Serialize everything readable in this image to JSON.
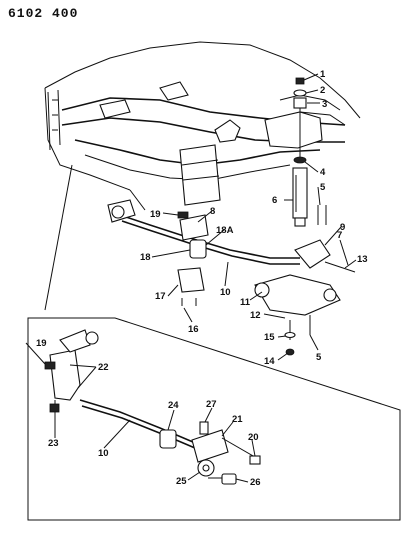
{
  "figure_code": "6102 400",
  "callouts": [
    {
      "id": "c1",
      "text": "1"
    },
    {
      "id": "c2",
      "text": "2"
    },
    {
      "id": "c3",
      "text": "3"
    },
    {
      "id": "c4",
      "text": "4"
    },
    {
      "id": "c5a",
      "text": "5"
    },
    {
      "id": "c6",
      "text": "6"
    },
    {
      "id": "c7",
      "text": "7"
    },
    {
      "id": "c8",
      "text": "8"
    },
    {
      "id": "c9",
      "text": "9"
    },
    {
      "id": "c10",
      "text": "10"
    },
    {
      "id": "c11",
      "text": "11"
    },
    {
      "id": "c12",
      "text": "12"
    },
    {
      "id": "c13",
      "text": "13"
    },
    {
      "id": "c14",
      "text": "14"
    },
    {
      "id": "c15",
      "text": "15"
    },
    {
      "id": "c5b",
      "text": "5"
    },
    {
      "id": "c16",
      "text": "16"
    },
    {
      "id": "c17",
      "text": "17"
    },
    {
      "id": "c18",
      "text": "18"
    },
    {
      "id": "c18a",
      "text": "18A"
    },
    {
      "id": "c19",
      "text": "19"
    },
    {
      "id": "c19b",
      "text": "19"
    },
    {
      "id": "c22",
      "text": "22"
    },
    {
      "id": "c23",
      "text": "23"
    },
    {
      "id": "c10b",
      "text": "10"
    },
    {
      "id": "c24",
      "text": "24"
    },
    {
      "id": "c27",
      "text": "27"
    },
    {
      "id": "c21",
      "text": "21"
    },
    {
      "id": "c20",
      "text": "20"
    },
    {
      "id": "c25",
      "text": "25"
    },
    {
      "id": "c26",
      "text": "26"
    }
  ]
}
